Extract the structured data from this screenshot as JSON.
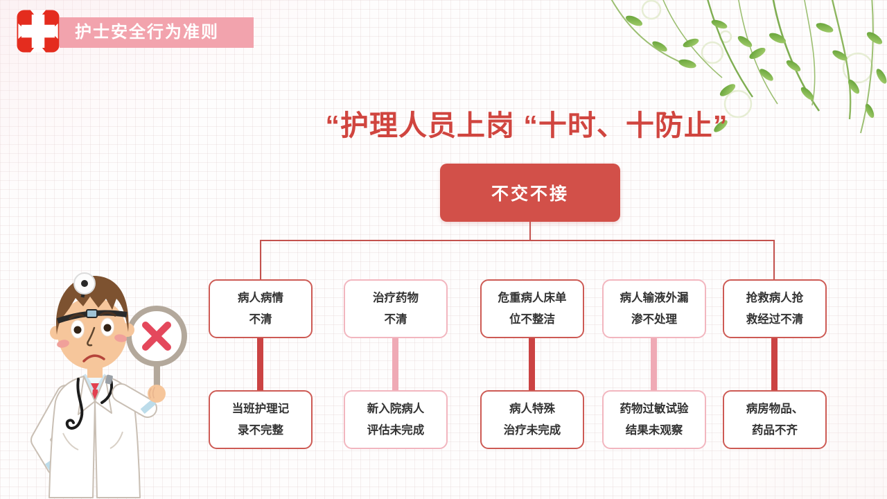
{
  "slide": {
    "header": {
      "logo_icon": "hospital-cross-icon",
      "badge_title": "护士安全行为准则"
    },
    "title": "“护理人员上岗 “十时、十防止”",
    "diagram": {
      "root_label": "不交不接",
      "columns": [
        {
          "theme": "dark",
          "top": {
            "line1": "病人病情",
            "line2": "不清"
          },
          "bottom": {
            "line1": "当班护理记",
            "line2": "录不完整"
          }
        },
        {
          "theme": "light",
          "top": {
            "line1": "治疗药物",
            "line2": "不清"
          },
          "bottom": {
            "line1": "新入院病人",
            "line2": "评估未完成"
          }
        },
        {
          "theme": "dark",
          "top": {
            "line1": "危重病人床单",
            "line2": "位不整洁"
          },
          "bottom": {
            "line1": "病人特殊",
            "line2": "治疗未完成"
          }
        },
        {
          "theme": "light",
          "top": {
            "line1": "病人输液外漏",
            "line2": "渗不处理"
          },
          "bottom": {
            "line1": "药物过敏试验",
            "line2": "结果未观察"
          }
        },
        {
          "theme": "dark",
          "top": {
            "line1": "抢救病人抢",
            "line2": "救经过不清"
          },
          "bottom": {
            "line1": "病房物品、",
            "line2": "药品不齐"
          }
        }
      ]
    },
    "illustration": {
      "name": "doctor-holding-no-sign",
      "sign_icon": "red-x-icon"
    },
    "decoration": "green-leaves-and-bubbles",
    "colors": {
      "accent_red": "#d25049",
      "title_red": "#d0453f",
      "banner_pink": "#f2a3ad",
      "node_border_dark": "#cd5a54",
      "node_border_light": "#f2b6bf",
      "bar_dark": "#cb4343",
      "bar_light": "#efaab5",
      "node_text": "#333333",
      "connector_red": "#c4524e",
      "logo_red": "#e42c1e",
      "leaf_green": "#7ab648"
    }
  }
}
